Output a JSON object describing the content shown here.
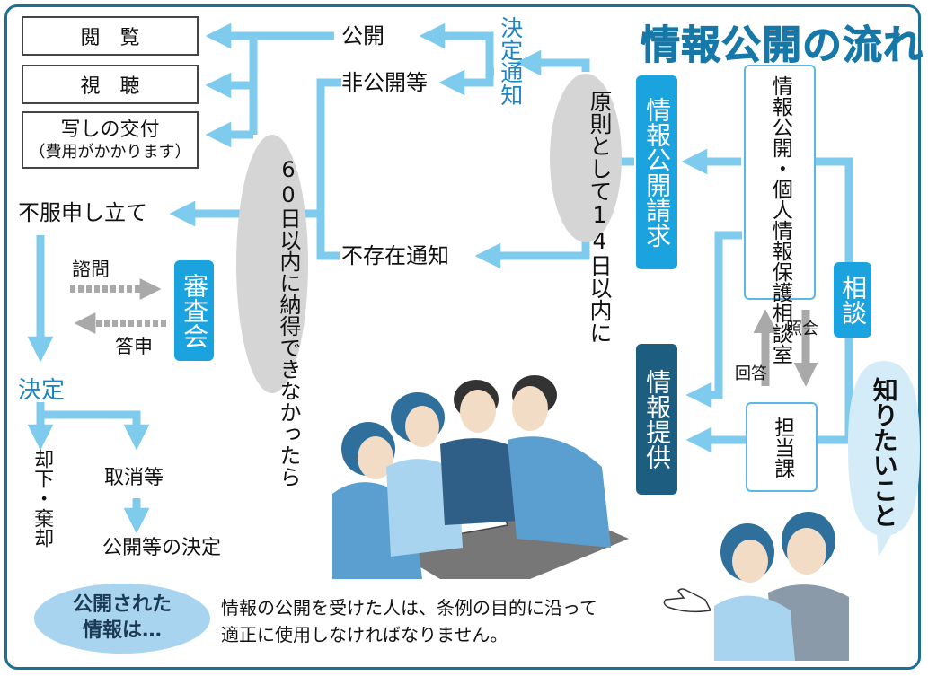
{
  "title": "情報公開の流れ",
  "outcomes": {
    "view": "閲　覧",
    "listen": "視　聴",
    "copy_line1": "写しの交付",
    "copy_line2": "（費用がかかります）"
  },
  "decision_notice": {
    "label": "決定通知",
    "public": "公開",
    "non_public": "非公開等",
    "not_exist": "不存在通知"
  },
  "deadline": "原則として14日以内に",
  "objection": {
    "deadline": "60日以内に納得できなかったら",
    "appeal": "不服申し立て",
    "inquiry": "諮問",
    "council": "審査会",
    "report": "答申",
    "decision": "決定",
    "dismiss": "却下・棄却",
    "cancel": "取消等",
    "public_decision": "公開等の決定"
  },
  "office": "情報公開・個人情報保護相談室",
  "request": "情報公開請求",
  "provision": "情報提供",
  "consult": "相談",
  "section": "担当課",
  "query": "照会",
  "answer": "回答",
  "want_to_know": "知りたいこと",
  "published_badge": {
    "line1": "公開された",
    "line2": "情報は…"
  },
  "note": {
    "line1": "情報の公開を受けた人は、条例の目的に沿って",
    "line2": "適正に使用しなければなりません。"
  },
  "colors": {
    "frame": "#1d6f95",
    "arrow": "#7fcbee",
    "badge_light": "#1aa3de",
    "badge_dark": "#1d5e80",
    "grey_arrow": "#a9a9a9",
    "oval": "#d5d5d5"
  }
}
